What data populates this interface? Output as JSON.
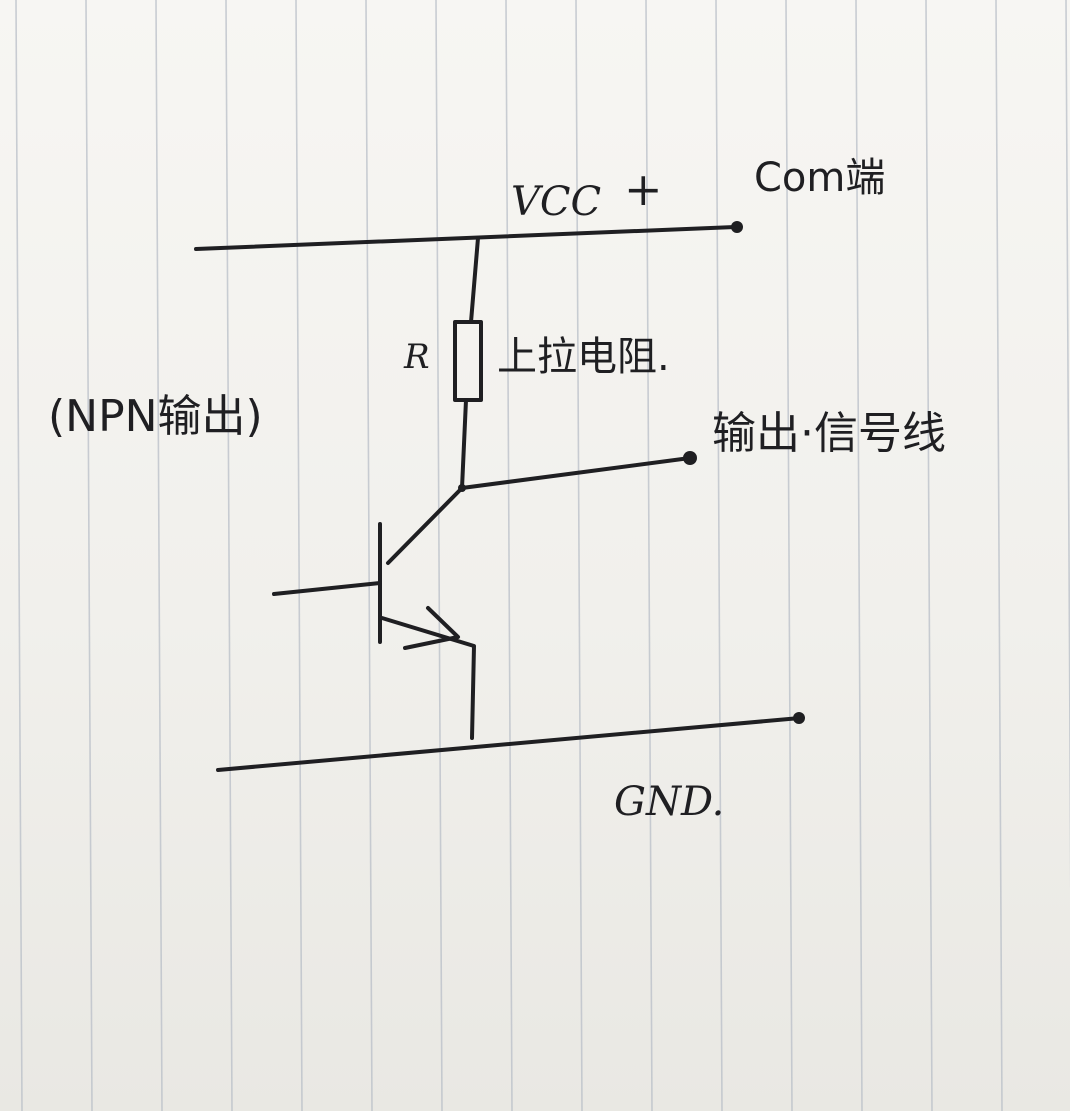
{
  "diagram": {
    "vcc_label": "VCC",
    "plus_label": "+",
    "com_label": "Com端",
    "resistor_label": "R",
    "pullup_label": "上拉电阻.",
    "npn_label": "(NPN输出)",
    "output_label": "输出·信号线",
    "gnd_label": "GND."
  },
  "colors": {
    "ink": "#1f1f22",
    "paper": "#f3f2ef",
    "rule": "#b9bfc8"
  }
}
